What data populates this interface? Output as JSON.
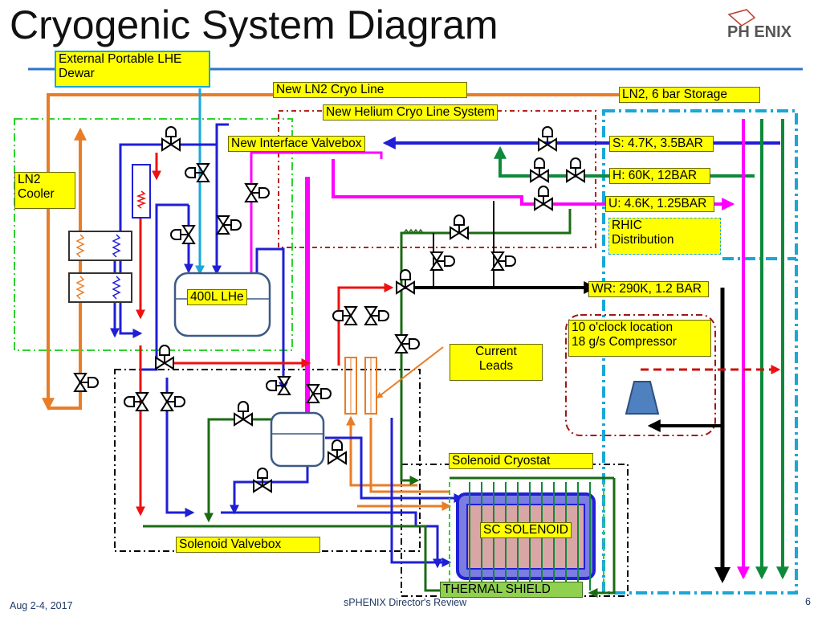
{
  "slide": {
    "title": "Cryogenic System Diagram",
    "logo_text": "PH ENIX"
  },
  "labels": {
    "dewar_line1": "External Portable LHE",
    "dewar_line2": "Dewar",
    "ln2_cryo_line": "New LN2 Cryo Line",
    "ln2_storage": "LN2, 6 bar Storage",
    "helium_cryo_line": "New Helium Cryo Line System",
    "interface_valvebox": "New Interface Valvebox",
    "ln2_cooler_line1": "LN2",
    "ln2_cooler_line2": "Cooler",
    "supply_s": "S: 4.7K, 3.5BAR",
    "supply_h": "H: 60K, 12BAR",
    "supply_u": "U: 4.6K, 1.25BAR",
    "rhic_line1": "RHIC",
    "rhic_line2": "Distribution",
    "return_wr": "WR: 290K, 1.2 BAR",
    "dewar_400l": "400L LHe",
    "compressor_line1": "10 o'clock location",
    "compressor_line2": "18 g/s Compressor",
    "current_leads_line1": "Current",
    "current_leads_line2": "Leads",
    "solenoid_cryostat": "Solenoid Cryostat",
    "sc_solenoid": "SC SOLENOID",
    "solenoid_valvebox": "Solenoid Valvebox",
    "thermal_shield": "THERMAL SHIELD"
  },
  "footer": {
    "date": "Aug 2-4, 2017",
    "event": "sPHENIX Director's Review",
    "page": "6"
  },
  "colors": {
    "ln2_line": "#e97d27",
    "helium_supply": "#1f1fd6",
    "shield_line": "#0e8a3a",
    "u_line": "#ff00ff",
    "warm_return": "#000000",
    "dewar_line": "#1aa7d8",
    "hot_line": "#ee1111",
    "dark_green": "#1b6b14",
    "label_fill": "#ffff00",
    "header_rule": "#2f75c9"
  }
}
